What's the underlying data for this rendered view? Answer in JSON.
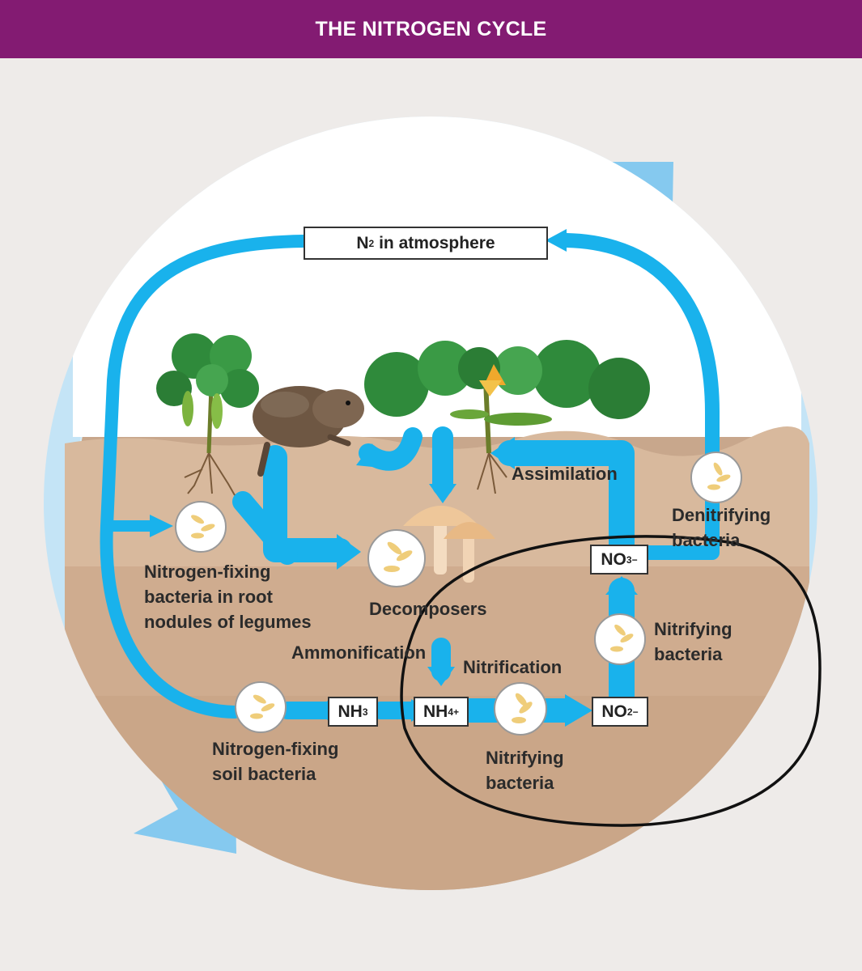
{
  "title": "THE NITROGEN CYCLE",
  "colors": {
    "title_bar": "#831b72",
    "cycle_ring": "#bfe2f6",
    "arrows": "#19b2ec",
    "soil": "#c9a88d",
    "sky": "#ffffff"
  },
  "atmosphere": {
    "species": "N",
    "subscript": "2",
    "text": " in atmosphere"
  },
  "compounds": {
    "nh3": {
      "species": "NH",
      "subscript": "3",
      "superscript": ""
    },
    "nh4": {
      "species": "NH",
      "subscript": "4",
      "superscript": "+"
    },
    "no2": {
      "species": "NO",
      "subscript": "2",
      "superscript": "−"
    },
    "no3": {
      "species": "NO",
      "subscript": "3",
      "superscript": "−"
    }
  },
  "labels": {
    "legume_bacteria": [
      "Nitrogen-fixing",
      "bacteria in root",
      "nodules of legumes"
    ],
    "soil_bacteria": [
      "Nitrogen-fixing",
      "soil bacteria"
    ],
    "decomposers": "Decomposers",
    "ammonification": "Ammonification",
    "nitrification": "Nitrification",
    "nitrifying_bottom": [
      "Nitrifying",
      "bacteria"
    ],
    "nitrifying_right": [
      "Nitrifying",
      "bacteria"
    ],
    "denitrifying": [
      "Denitrifying",
      "bacteria"
    ],
    "assimilation": "Assimilation"
  },
  "icons": [
    "bacteria-icon",
    "legume-plant-icon",
    "animal-icon",
    "plant-icon",
    "mushroom-icon",
    "flow-arrow-icon"
  ]
}
